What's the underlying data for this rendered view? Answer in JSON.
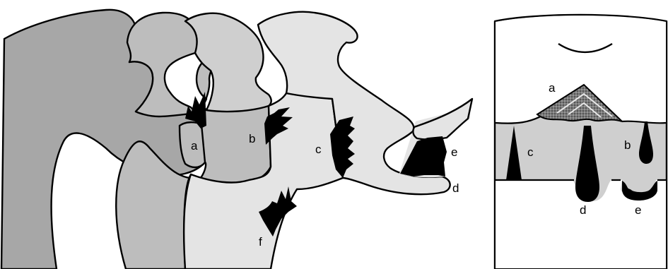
{
  "left_panel": {
    "labels": {
      "a": "a",
      "b": "b",
      "c": "c",
      "d": "d",
      "e": "e",
      "f": "f"
    }
  },
  "right_panel": {
    "labels": {
      "a": "a",
      "b": "b",
      "c": "c",
      "d": "d",
      "e": "e"
    }
  },
  "colors": {
    "dark_gray": "#a7a7a7",
    "mid_gray": "#bdbdbd",
    "light_gray": "#cfcfcf",
    "very_light_gray": "#e4e4e4",
    "ink": "#000000",
    "background": "#ffffff"
  }
}
